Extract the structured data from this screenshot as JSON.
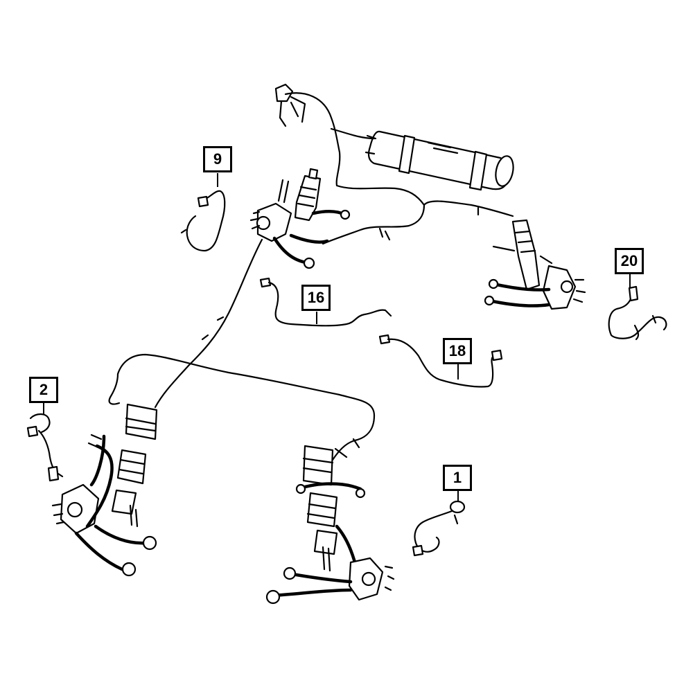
{
  "callouts": [
    {
      "id": "c9",
      "label": "9"
    },
    {
      "id": "c16",
      "label": "16"
    },
    {
      "id": "c18",
      "label": "18"
    },
    {
      "id": "c20",
      "label": "20"
    },
    {
      "id": "c2",
      "label": "2"
    },
    {
      "id": "c1",
      "label": "1"
    }
  ],
  "colors": {
    "line": "#000000",
    "background": "#ffffff"
  }
}
